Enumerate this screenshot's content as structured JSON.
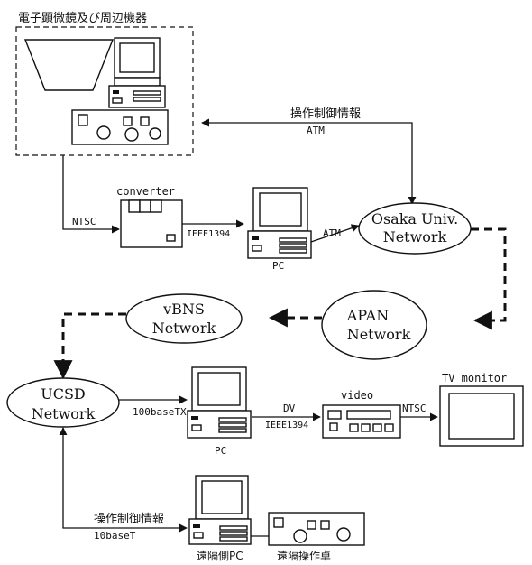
{
  "labels": {
    "equipment_title": "電子顕微鏡及び周辺機器",
    "control_info_top": "操作制御情報",
    "atm_top": "ATM",
    "converter": "converter",
    "ntsc_left": "NTSC",
    "ieee1394_top": "IEEE1394",
    "atm_mid": "ATM",
    "pc_top": "PC",
    "osaka_line1": "Osaka Univ.",
    "osaka_line2": "Network",
    "apan_line1": "APAN",
    "apan_line2": "Network",
    "vbns_line1": "vBNS",
    "vbns_line2": "Network",
    "ucsd_line1": "UCSD",
    "ucsd_line2": "Network",
    "base100tx": "100baseTX",
    "pc_mid": "PC",
    "dv": "DV",
    "ieee1394_bottom": "IEEE1394",
    "video": "video",
    "ntsc_right": "NTSC",
    "tv_monitor": "TV monitor",
    "control_info_bottom": "操作制御情報",
    "base10t": "10baseT",
    "remote_pc": "遠隔側PC",
    "remote_console": "遠隔操作卓"
  }
}
